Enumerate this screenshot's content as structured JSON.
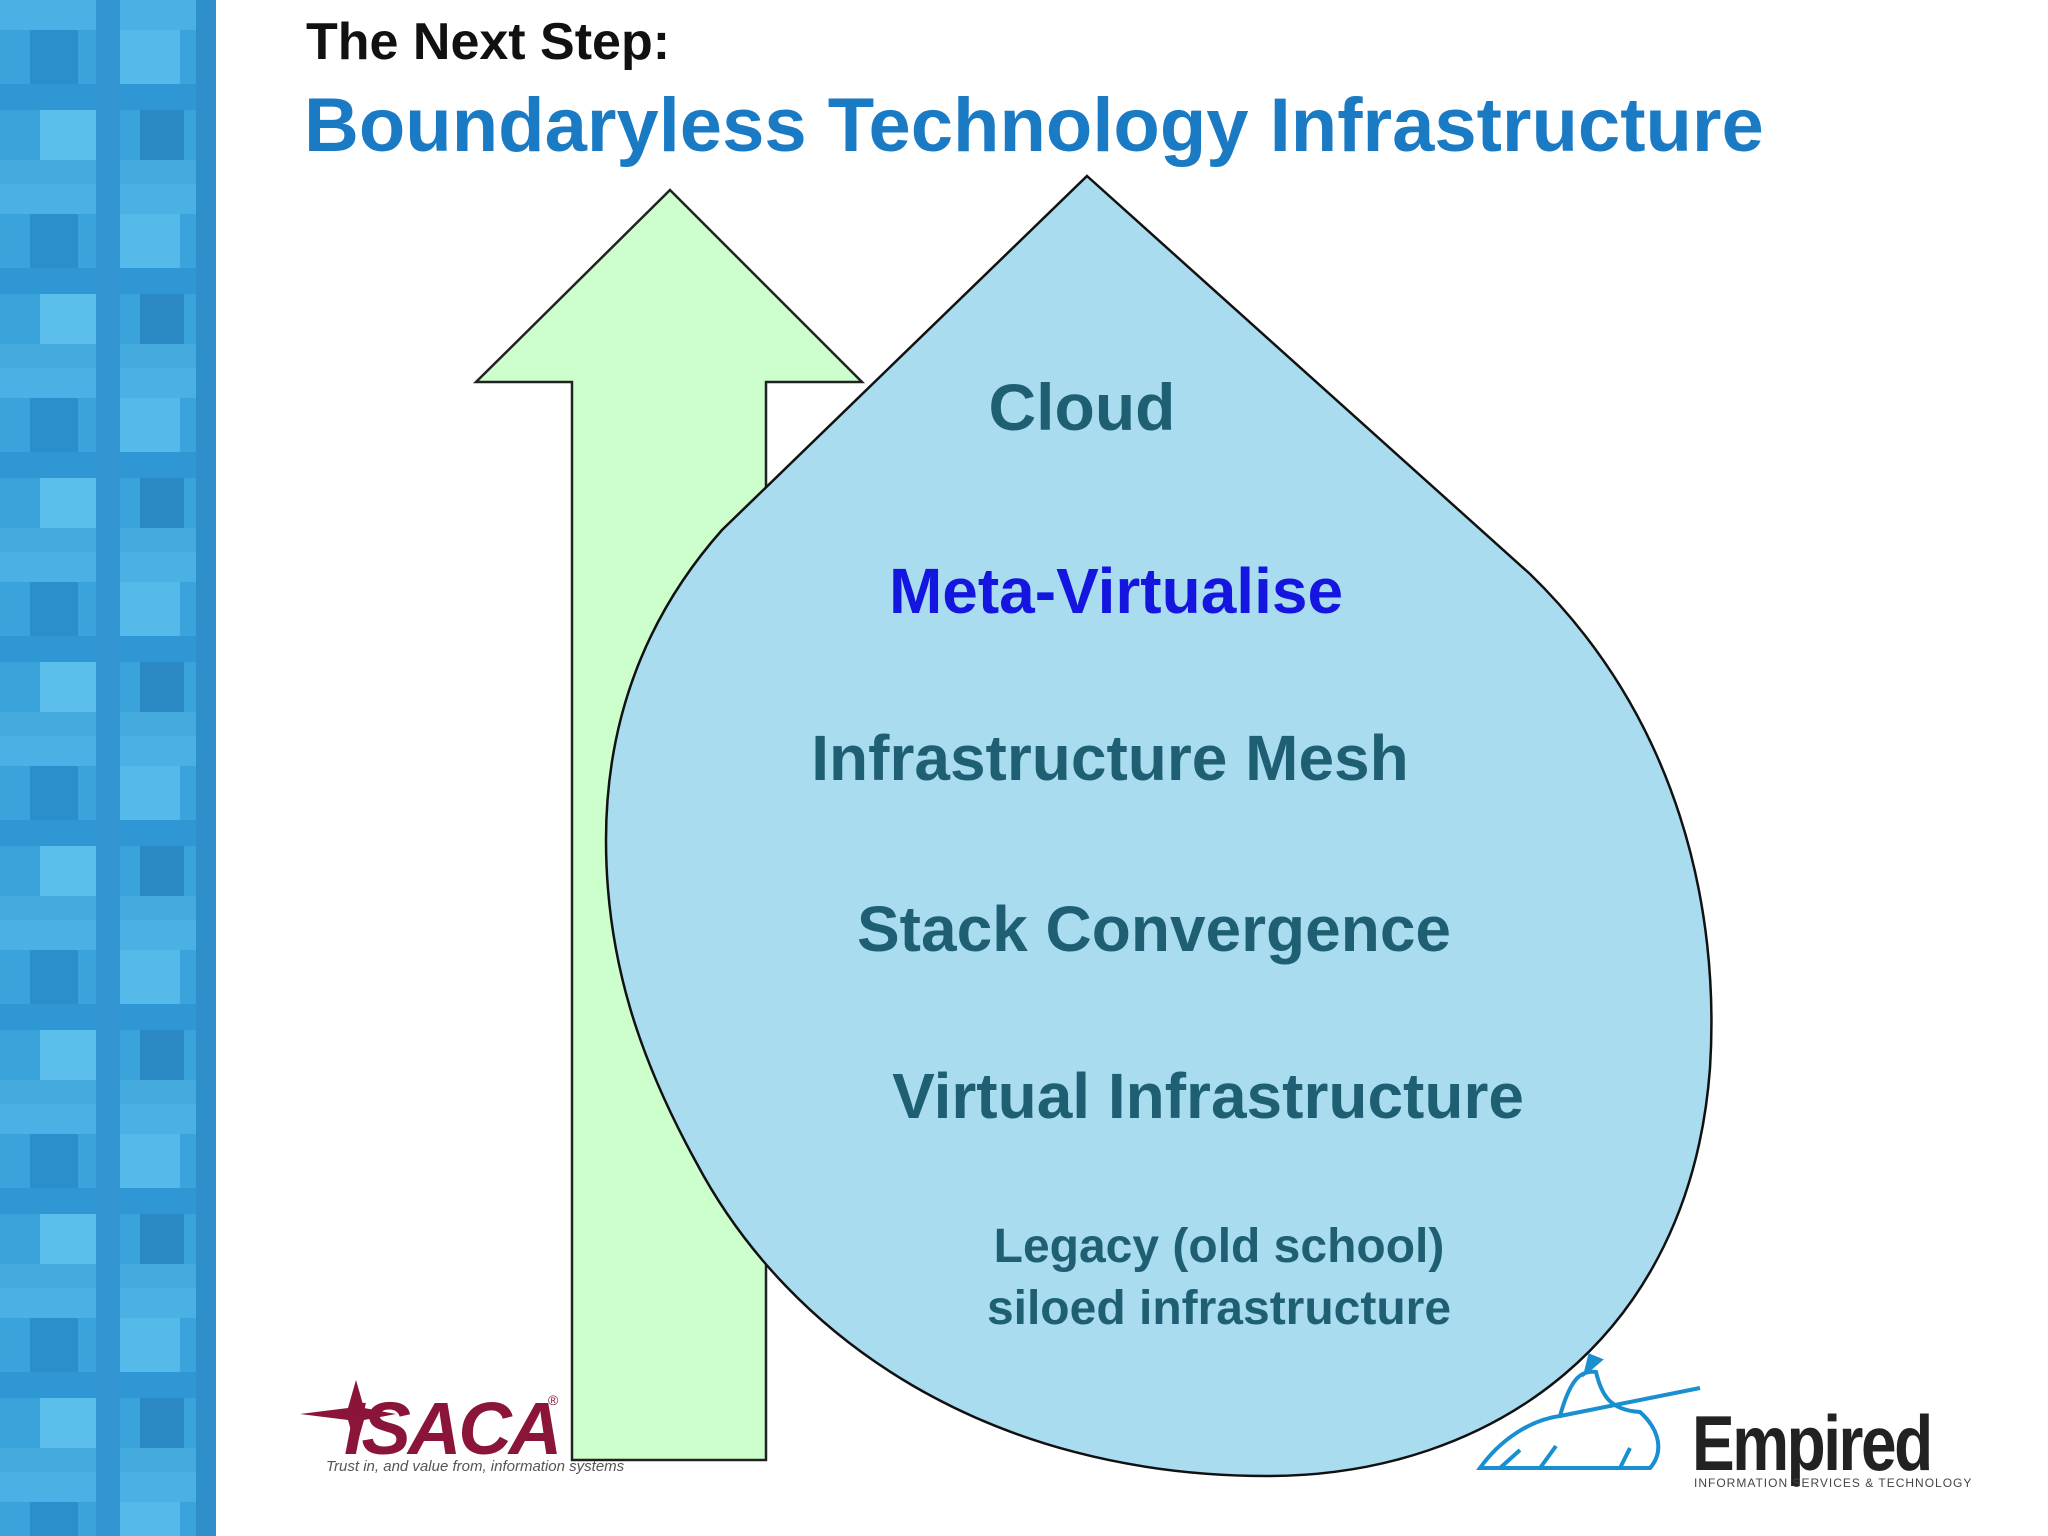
{
  "header": {
    "eyebrow": "The Next Step:",
    "title": "Boundaryless Technology Infrastructure"
  },
  "diagram": {
    "layers": [
      {
        "label": "Cloud",
        "color": "#1f5f73"
      },
      {
        "label": "Meta-Virtualise",
        "color": "#1515e0"
      },
      {
        "label": "Infrastructure Mesh",
        "color": "#1f5f73"
      },
      {
        "label": "Stack Convergence",
        "color": "#1f5f73"
      },
      {
        "label": "Virtual Infrastructure",
        "color": "#1f5f73"
      }
    ],
    "legacy_line1": "Legacy (old school)",
    "legacy_line2": "siloed infrastructure"
  },
  "logos": {
    "isaca_name": "ISACA",
    "isaca_reg": "®",
    "isaca_tagline": "Trust in, and value from, information systems",
    "empired_name": "Empired",
    "empired_tagline": "INFORMATION  SERVICES & TECHNOLOGY"
  },
  "colors": {
    "title_blue": "#1a7ac4",
    "arrow_fill": "#ccffcc",
    "drop_fill": "#aadcf0",
    "band_base": "#3aa3dc"
  }
}
